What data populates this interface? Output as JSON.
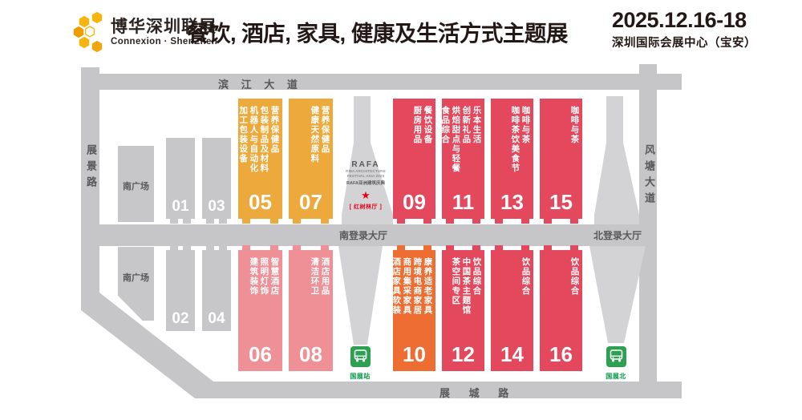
{
  "header": {
    "logo_title": "博华深圳联展",
    "logo_subtitle": "Connexion · ShenZhen",
    "title": "餐饮, 酒店, 家具, 健康及生活方式主题展",
    "date": "2025.12.16-18",
    "venue": "深圳国际会展中心（宝安）"
  },
  "map": {
    "roads": {
      "top": "滨 江 大 道",
      "left": "展景路",
      "right": "风塘大道",
      "bottom": "展 城 路"
    },
    "concourses": {
      "south": "南登录大厅",
      "north": "北登录大厅"
    },
    "plazas": {
      "upper": "南广场",
      "lower": "南广场"
    },
    "landmark": {
      "title": "RAFA",
      "subtitle1": "RIBA ARCHITECTURE",
      "subtitle2": "FESTIVAL ASIA 2025",
      "subtitle3": "RAFA亚洲建筑庆典",
      "star": "★",
      "hall_name": "[ 红树林厅 ]"
    },
    "stations": {
      "south": "国展站",
      "north": "国展北"
    },
    "halls": {
      "h01": {
        "number": "01",
        "categories": [],
        "color": "gray"
      },
      "h02": {
        "number": "02",
        "categories": [],
        "color": "gray"
      },
      "h03": {
        "number": "03",
        "categories": [],
        "color": "gray"
      },
      "h04": {
        "number": "04",
        "categories": [],
        "color": "gray"
      },
      "h05": {
        "number": "05",
        "categories": [
          "营养保健品",
          "包装制品及材料",
          "机器人与自动化",
          "加工包装设备"
        ],
        "color": "yellow"
      },
      "h06": {
        "number": "06",
        "categories": [
          "智慧酒店",
          "照明灯饰",
          "建筑装饰"
        ],
        "color": "pink"
      },
      "h07": {
        "number": "07",
        "categories": [
          "营养保健品",
          "健康天然原料"
        ],
        "color": "yellow"
      },
      "h08": {
        "number": "08",
        "categories": [
          "酒店用品",
          "清洁环卫"
        ],
        "color": "pink"
      },
      "h09": {
        "number": "09",
        "categories": [
          "餐饮设备",
          "厨房用品"
        ],
        "color": "red"
      },
      "h10": {
        "number": "10",
        "categories": [
          "康养适老家具",
          "跨境电商家居",
          "商用集采家具",
          "酒店家具软装"
        ],
        "color": "orange"
      },
      "h11": {
        "number": "11",
        "categories": [
          "乐本生活",
          "创新礼品",
          "烘焙甜点与轻餐",
          "食品综合"
        ],
        "color": "red"
      },
      "h12": {
        "number": "12",
        "categories": [
          "饮品综合",
          "中国茶主题馆",
          "茶空间专区"
        ],
        "color": "red"
      },
      "h13": {
        "number": "13",
        "categories": [
          "咖啡与茶",
          "咖啡茶饮美食节"
        ],
        "color": "red"
      },
      "h14": {
        "number": "14",
        "categories": [
          "饮品综合"
        ],
        "color": "red"
      },
      "h15": {
        "number": "15",
        "categories": [
          "咖啡与茶"
        ],
        "color": "red"
      },
      "h16": {
        "number": "16",
        "categories": [
          "饮品综合"
        ],
        "color": "red"
      }
    }
  },
  "colors": {
    "yellow": "#EDA93C",
    "pink": "#EF8F96",
    "red": "#E4485C",
    "orange": "#ED6D33",
    "gray": "#C7C7C9",
    "road": "#C6C6C8",
    "concourse": "#CBCBCD",
    "landmark_gray": "#D3D3D5",
    "station_green": "#2EA052",
    "star_red": "#E60012",
    "logo_yellow": "#F6B50C",
    "text_dark": "#231815",
    "road_text": "#595757"
  }
}
